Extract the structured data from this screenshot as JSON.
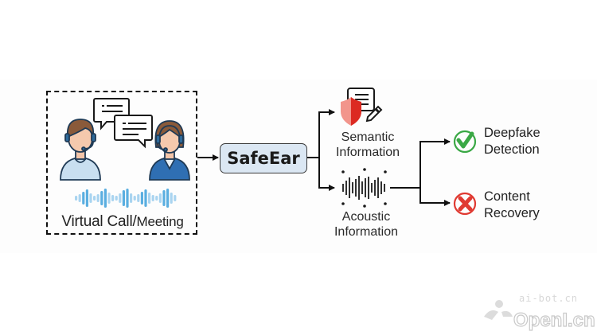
{
  "diagram": {
    "input_box": {
      "label_main": "Virtual Call/",
      "label_tail": "Meeting"
    },
    "model": {
      "label": "SafeEar"
    },
    "branches": [
      {
        "id": "semantic",
        "line1": "Semantic",
        "line2": "Information",
        "icon": "shield-document-icon"
      },
      {
        "id": "acoustic",
        "line1": "Acoustic",
        "line2": "Information",
        "icon": "sound-wave-icon"
      }
    ],
    "outcomes": [
      {
        "id": "deepfake",
        "line1": "Deepfake",
        "line2": "Detection",
        "icon": "check-circle-icon",
        "color": "#3aa845"
      },
      {
        "id": "recovery",
        "line1": "Content",
        "line2": "Recovery",
        "icon": "cross-circle-icon",
        "color": "#e03a32"
      }
    ],
    "edges": [
      {
        "from": "input_box",
        "to": "model"
      },
      {
        "from": "model",
        "to": "semantic"
      },
      {
        "from": "model",
        "to": "acoustic"
      },
      {
        "from": "acoustic",
        "to": "deepfake"
      },
      {
        "from": "acoustic",
        "to": "recovery"
      }
    ]
  },
  "watermark": {
    "line1": "ai-bot.cn",
    "line2": "OpenI.cn"
  },
  "colors": {
    "model_fill": "#dbe7f3",
    "wave_blue": "#5aaee0",
    "wave_light": "#a9d4f0",
    "shield_red": "#e2403a",
    "shield_light": "#f08a80"
  }
}
